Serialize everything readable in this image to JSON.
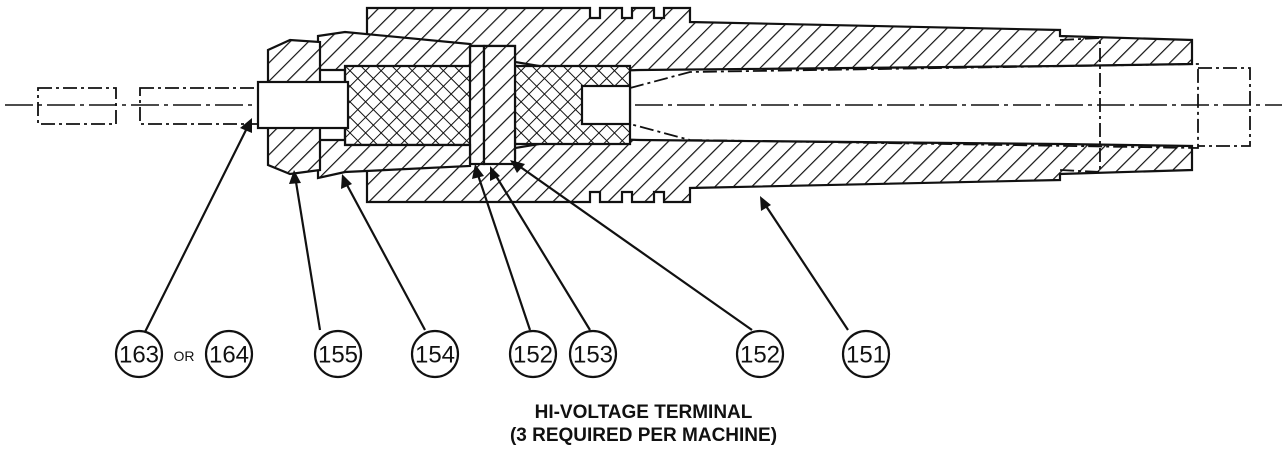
{
  "callouts": {
    "c163": "163",
    "or_label": "OR",
    "c164": "164",
    "c155": "155",
    "c154": "154",
    "c152a": "152",
    "c153": "153",
    "c152b": "152",
    "c151": "151"
  },
  "caption": {
    "line1": "HI-VOLTAGE TERMINAL",
    "line2": "(3 REQUIRED PER MACHINE)"
  }
}
